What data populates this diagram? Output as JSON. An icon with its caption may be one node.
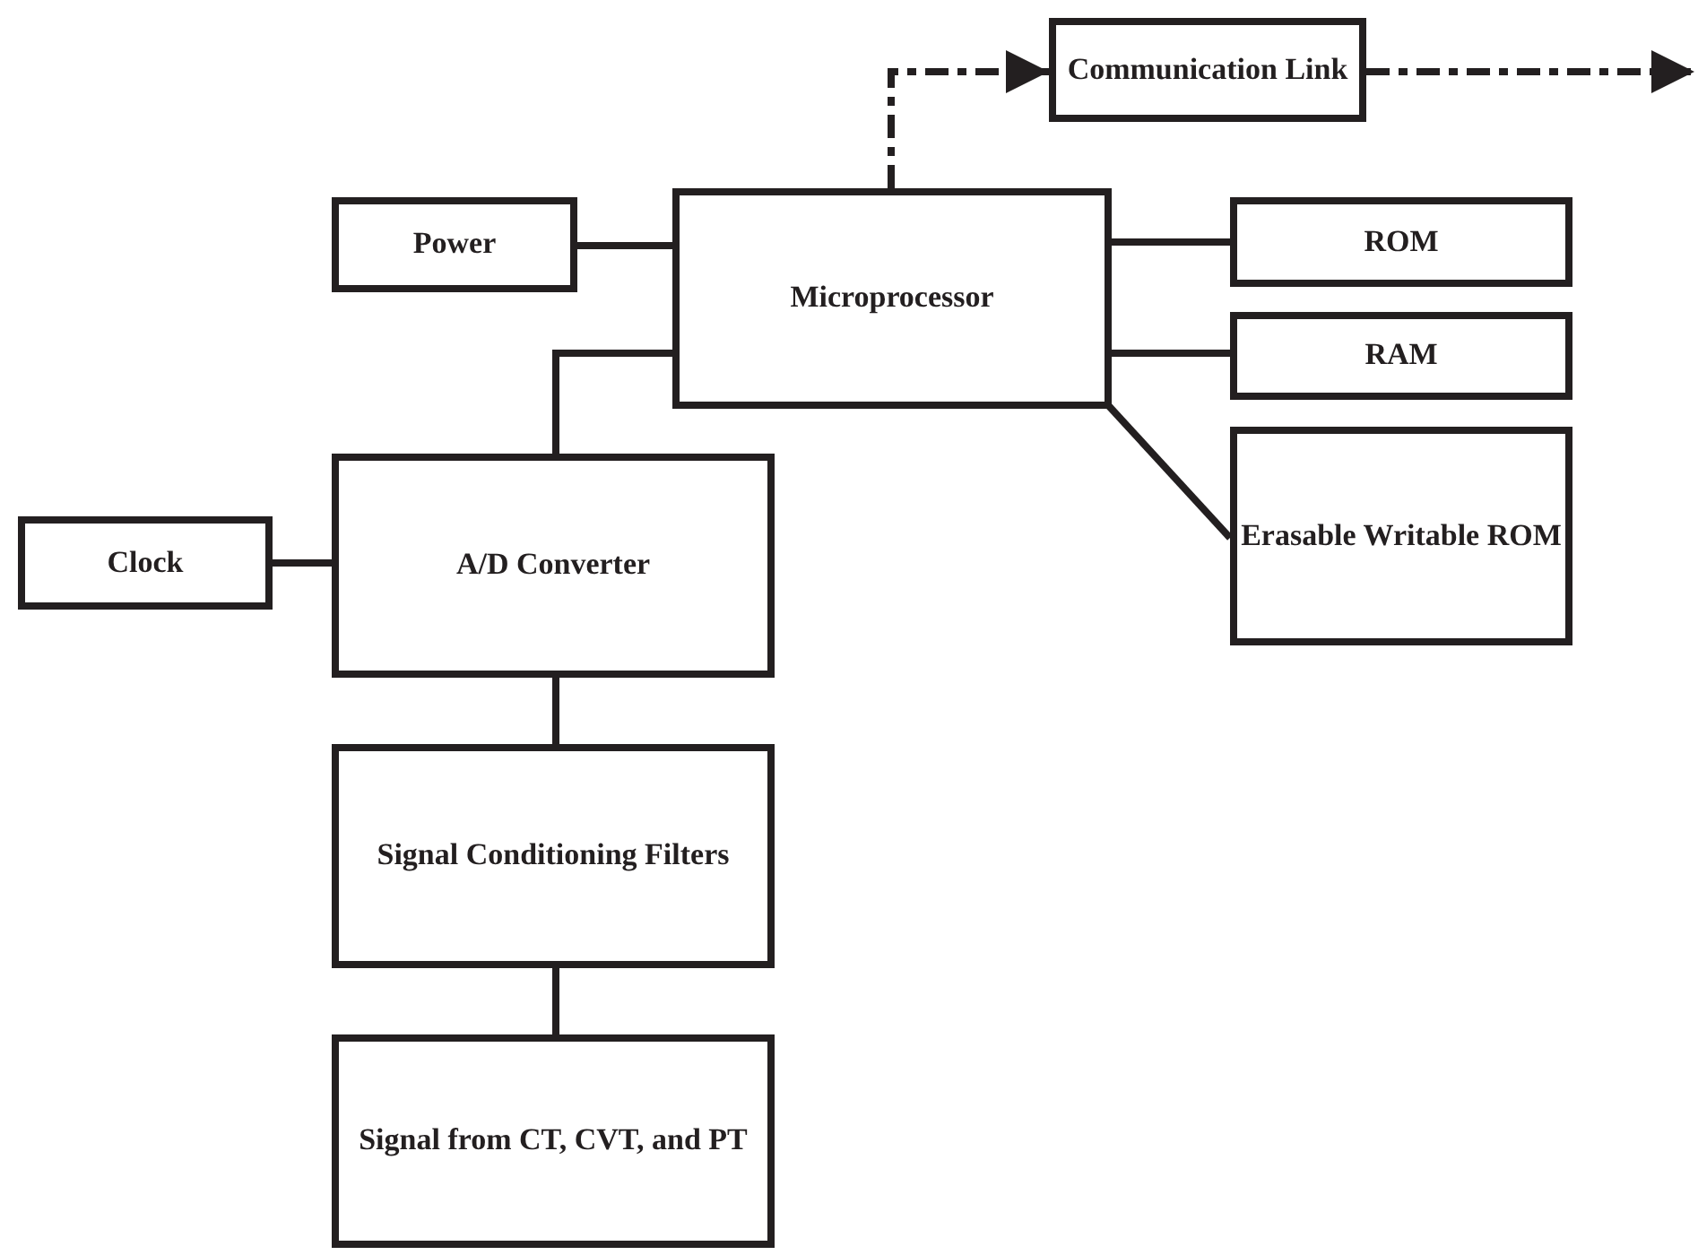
{
  "diagram": {
    "nodes": [
      {
        "text": [
          "Communication Link"
        ]
      },
      {
        "text": [
          "Power"
        ]
      },
      {
        "text": [
          "Microprocessor"
        ]
      },
      {
        "text": [
          "ROM"
        ]
      },
      {
        "text": [
          "RAM"
        ]
      },
      {
        "text": [
          "Erasable Writable ROM"
        ]
      },
      {
        "text": [
          "Clock"
        ]
      },
      {
        "text": [
          "A/D Converter"
        ]
      },
      {
        "text": [
          "Signal Conditioning Filters"
        ]
      },
      {
        "text": [
          "Signal from CT, CVT, and PT"
        ]
      }
    ],
    "edges": [
      {
        "from": 2,
        "to": 0,
        "arrow": "to",
        "style": "dashed"
      },
      {
        "from": 0,
        "to": null,
        "arrow": "to",
        "style": "dashed"
      },
      {
        "from": 1,
        "to": 2,
        "arrow": "none"
      },
      {
        "from": 2,
        "to": 3,
        "arrow": "none"
      },
      {
        "from": 2,
        "to": 4,
        "arrow": "none"
      },
      {
        "from": 2,
        "to": 5,
        "arrow": "none"
      },
      {
        "from": 2,
        "to": 7,
        "arrow": "none"
      },
      {
        "from": 6,
        "to": 7,
        "arrow": "none"
      },
      {
        "from": 7,
        "to": 8,
        "arrow": "none"
      },
      {
        "from": 8,
        "to": 9,
        "arrow": "none"
      }
    ]
  }
}
